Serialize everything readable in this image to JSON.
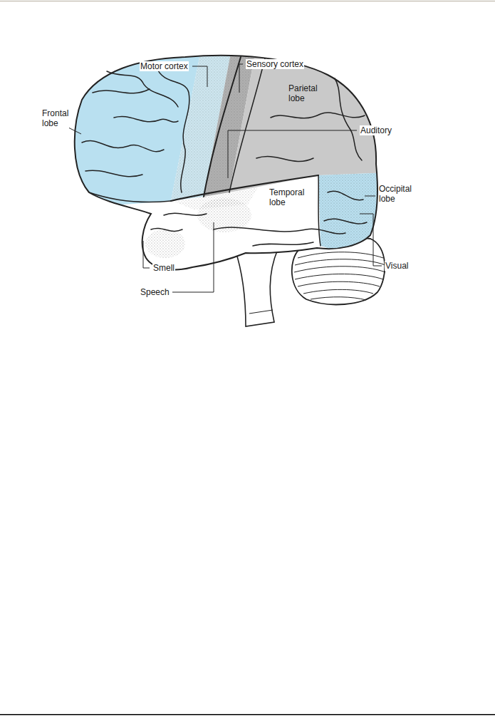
{
  "diagram": {
    "labels": [
      "Motor cortex",
      "Sensory cortex",
      "Parietal lobe",
      "Frontal lobe",
      "Auditory",
      "Occipital lobe",
      "Temporal lobe",
      "Visual",
      "Smell",
      "Speech"
    ]
  }
}
